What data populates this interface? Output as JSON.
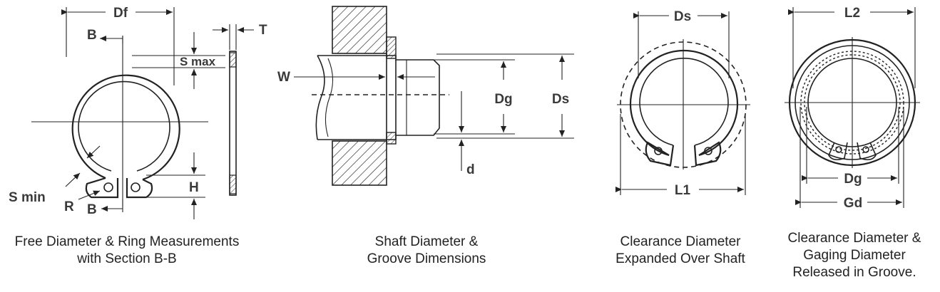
{
  "colors": {
    "ink": "#222222",
    "label": "#3a3a3a",
    "background": "#ffffff"
  },
  "panels": [
    {
      "id": "free-diameter",
      "labels": {
        "df": "Df",
        "b_top": "B",
        "s_max": "S max",
        "t": "T",
        "s_min": "S min",
        "r": "R",
        "b_bottom": "B",
        "h": "H"
      },
      "caption": [
        "Free Diameter & Ring Measurements",
        "with Section B-B"
      ]
    },
    {
      "id": "shaft-groove",
      "labels": {
        "w": "W",
        "dg": "Dg",
        "ds": "Ds",
        "d": "d"
      },
      "caption": [
        "Shaft Diameter &",
        "Groove Dimensions"
      ]
    },
    {
      "id": "clearance-expanded",
      "labels": {
        "ds": "Ds",
        "l1": "L1"
      },
      "caption": [
        "Clearance Diameter",
        "Expanded Over Shaft"
      ]
    },
    {
      "id": "clearance-gaging",
      "labels": {
        "l2": "L2",
        "dg": "Dg",
        "gd": "Gd"
      },
      "caption": [
        "Clearance Diameter &",
        "Gaging Diameter",
        "Released in Groove."
      ]
    }
  ]
}
